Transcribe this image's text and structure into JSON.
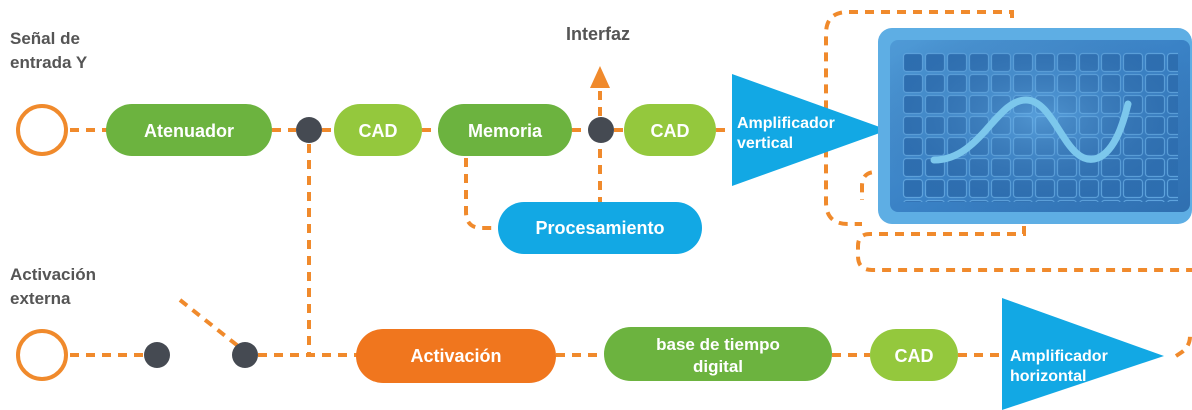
{
  "labels": {
    "input_y_line1": "Señal de",
    "input_y_line2": "entrada Y",
    "interface": "Interfaz",
    "external_trigger_line1": "Activación",
    "external_trigger_line2": "externa"
  },
  "blocks": {
    "attenuator": "Atenuador",
    "adc_1": "CAD",
    "memory": "Memoria",
    "adc_2": "CAD",
    "vertical_amp_line1": "Amplificador",
    "vertical_amp_line2": "vertical",
    "processing": "Procesamiento",
    "trigger": "Activación",
    "timebase_line1": "base de tiempo",
    "timebase_line2": "digital",
    "adc_3": "CAD",
    "horizontal_amp_line1": "Amplificador",
    "horizontal_amp_line2": "horizontal"
  },
  "colors": {
    "wire": "#f08a2c",
    "green_block": "#6cb33f",
    "light_green_block": "#94c83d",
    "blue_block": "#12a8e4",
    "orange_block": "#f0761e",
    "junction": "#454a52",
    "screen_bg": "#3c86c8",
    "waveform": "#7cc7ec"
  }
}
